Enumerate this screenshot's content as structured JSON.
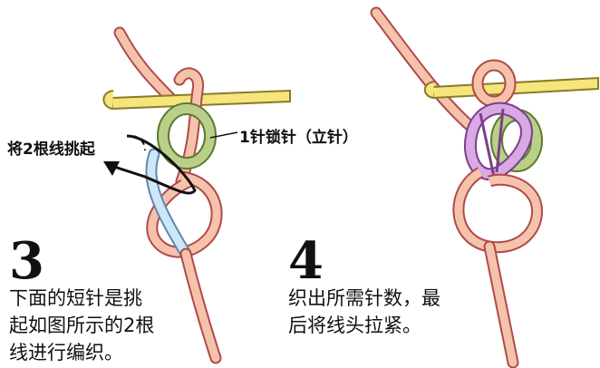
{
  "step3": {
    "number": "3",
    "text": "下面的短针是挑\n起如图所示的2根\n线进行编织。"
  },
  "step4": {
    "number": "4",
    "text": "织出所需针数，最\n后将线头拉紧。"
  },
  "labels": {
    "pick_up": "将2根线挑起",
    "chain_stitch": "1针锁针（立针）"
  },
  "colors": {
    "yarn_pink": "#f5c3ab",
    "yarn_outline": "#b04a4a",
    "hook_yellow": "#f6e57a",
    "hook_outline": "#8a7a2a",
    "loop_green": "#b9cf8a",
    "loop_blue": "#cfe6f6",
    "loop_purple": "#d8a9e3"
  }
}
